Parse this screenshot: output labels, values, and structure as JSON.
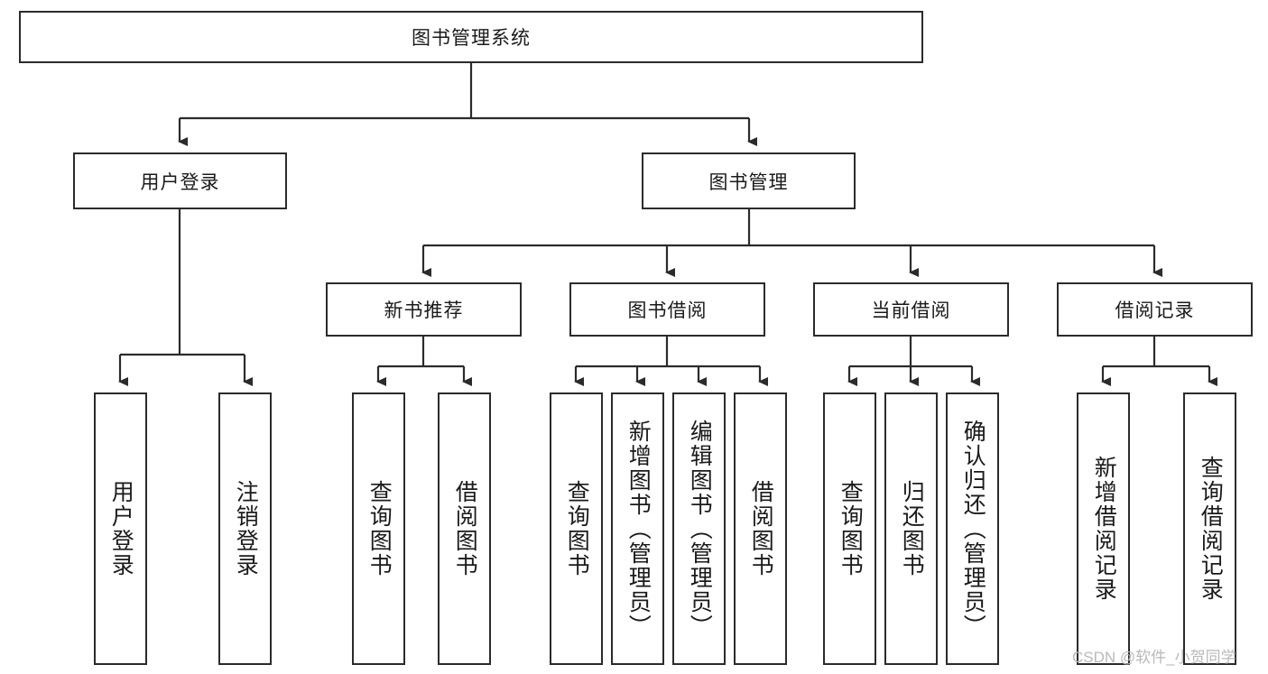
{
  "diagram": {
    "title": "图书管理系统",
    "type": "tree-hierarchy",
    "root": {
      "label": "图书管理系统"
    },
    "level2": [
      {
        "label": "用户登录"
      },
      {
        "label": "图书管理"
      }
    ],
    "level3": [
      {
        "label": "新书推荐",
        "parent": "图书管理"
      },
      {
        "label": "图书借阅",
        "parent": "图书管理"
      },
      {
        "label": "当前借阅",
        "parent": "图书管理"
      },
      {
        "label": "借阅记录",
        "parent": "图书管理"
      }
    ],
    "leaves": {
      "user_login": [
        {
          "label": "用户登录"
        },
        {
          "label": "注销登录"
        }
      ],
      "new_book_recommend": [
        {
          "label": "查询图书"
        },
        {
          "label": "借阅图书"
        }
      ],
      "book_borrow": [
        {
          "label": "查询图书"
        },
        {
          "label": "新增图书（管理员）"
        },
        {
          "label": "编辑图书（管理员）"
        },
        {
          "label": "借阅图书"
        }
      ],
      "current_borrow": [
        {
          "label": "查询图书"
        },
        {
          "label": "归还图书"
        },
        {
          "label": "确认归还（管理员）"
        }
      ],
      "borrow_record": [
        {
          "label": "新增借阅记录"
        },
        {
          "label": "查询借阅记录"
        }
      ]
    }
  },
  "watermark": {
    "text": "CSDN @软件_小贺同学"
  },
  "colors": {
    "border": "#2b2b2b",
    "background": "#ffffff",
    "text": "#1a1a1a",
    "watermark": "#b9b9b9"
  }
}
